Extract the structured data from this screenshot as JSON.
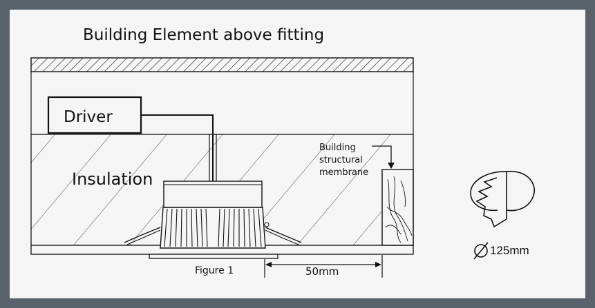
{
  "title": "Building Element above fitting",
  "labels": {
    "driver": "Driver",
    "insulation": "Insulation",
    "membrane_line1": "Building",
    "membrane_line2": "structural",
    "membrane_line3": "membrane",
    "figure": "Figure 1",
    "clearance": "50mm",
    "diameter": "125mm"
  },
  "icons": {
    "diameter_symbol": "diameter-icon",
    "cutout_symbol": "cutout-hole-icon"
  },
  "colors": {
    "frame": "#59616b",
    "background": "#f5f5f6",
    "line": "#111111"
  }
}
